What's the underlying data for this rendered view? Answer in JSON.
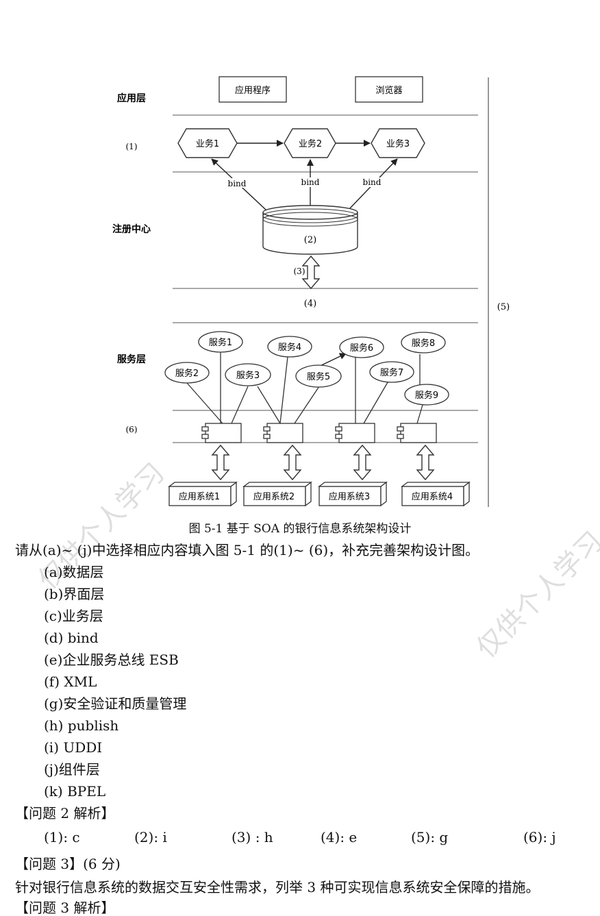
{
  "diagram": {
    "layers": {
      "app": "应用层",
      "l1": "(1)",
      "registry": "注册中心",
      "service": "服务层",
      "l6": "(6)"
    },
    "app_boxes": [
      "应用程序",
      "浏览器"
    ],
    "businesses": [
      "业务1",
      "业务2",
      "业务3"
    ],
    "bind": "bind",
    "db": "(2)",
    "arrow3": "(3)",
    "bus4": "(4)",
    "side5": "(5)",
    "services": [
      "服务1",
      "服务2",
      "服务3",
      "服务4",
      "服务5",
      "服务6",
      "服务7",
      "服务8",
      "服务9"
    ],
    "systems": [
      "应用系统1",
      "应用系统2",
      "应用系统3",
      "应用系统4"
    ]
  },
  "caption": "图 5-1 基于 SOA 的银行信息系统架构设计",
  "question_text": "请从(a)~ (j)中选择相应内容填入图 5-1 的(1)~ (6)，补充完善架构设计图。",
  "options": [
    "(a)数据层",
    "(b)界面层",
    "(c)业务层",
    "(d) bind",
    "(e)企业服务总线 ESB",
    "(f) XML",
    "(g)安全验证和质量管理",
    "(h) publish",
    "(i) UDDI",
    "(j)组件层",
    "(k) BPEL"
  ],
  "analysis2_title": "【问题 2 解析】",
  "answers": [
    "(1):   c",
    "(2):   i",
    "(3)  : h",
    "(4):   e",
    "(5):   g",
    "(6):   j"
  ],
  "q3_title": "【问题 3】(6 分)",
  "q3_text": "针对银行信息系统的数据交互安全性需求，列举 3 种可实现信息系统安全保障的措施。",
  "q3_analysis_partial": "【问题 3 解析】",
  "watermark": "仅供个人学习"
}
